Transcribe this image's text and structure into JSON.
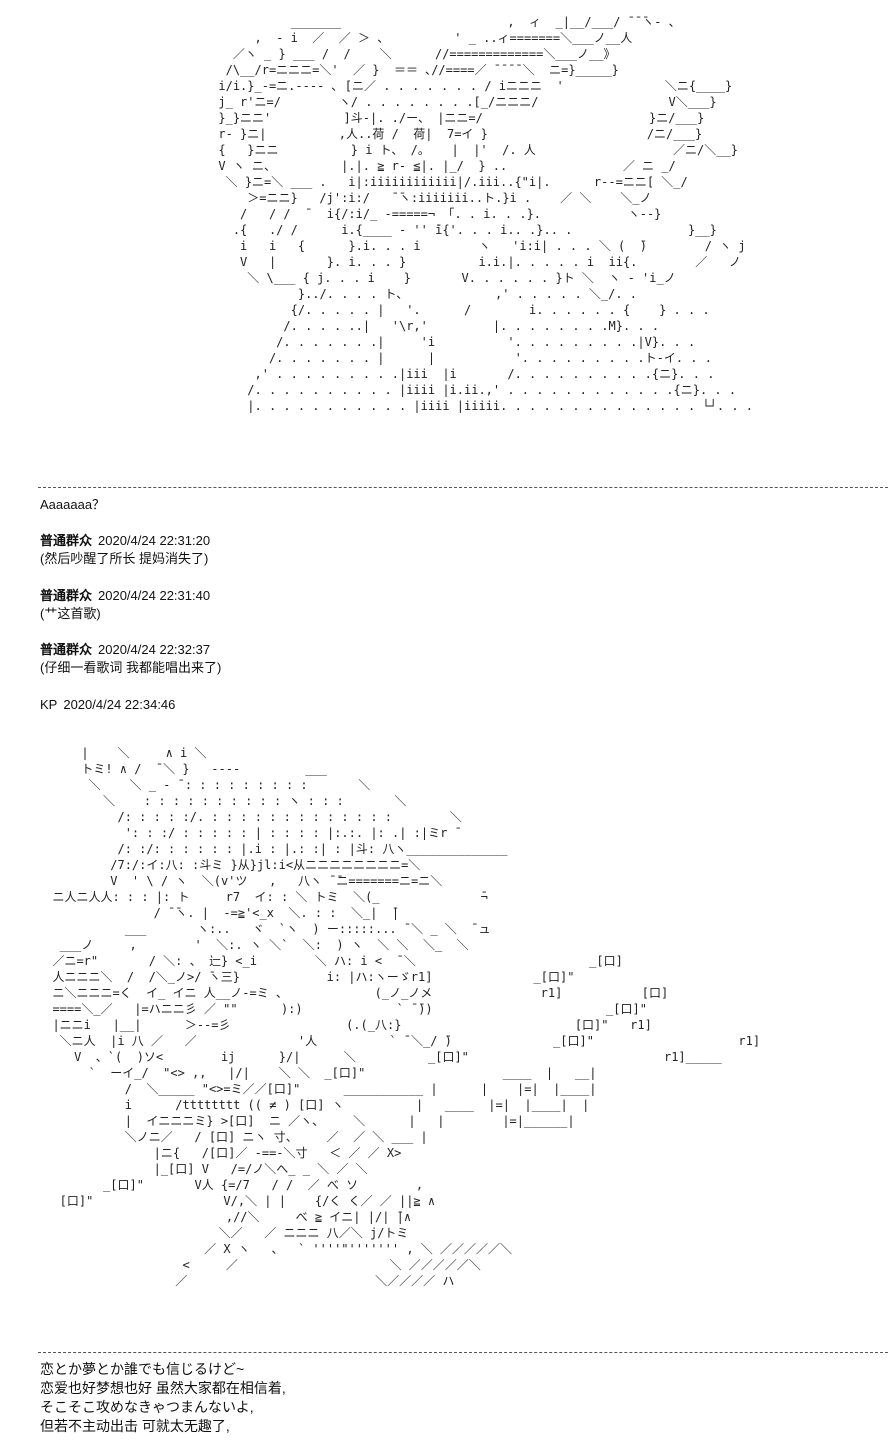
{
  "art": {
    "top": "                         _______                       ,  ィ  _|__/___/ ̄ ̄ ̄ヽ- 、\n                    ,  - i  ／  ／ ＞ 、         ' _ ..ィ=======＼___ノ__人\n                 ／ヽ _ } ___ /  /    ＼      //=============＼___ノ__》\n                /\\__/r=ニニニ=＼'  ／ }  ＝＝ ､//====／ ̄ ̄ ̄ ̄ ＼  ニ=}_____}\n               i/i.}_-=ニ.---- ､ [ニ／ . . . . . . . / iニニニ  '              ＼ニ{____}\n               j_ r'ニ=/        ヽ/ . . . . . . . .[_/ニニニ/                  V＼___}\n               }_}ニニ'          ]斗-|. ./ー、 |ニニ=/                       }ニ/___}\n               r- }ニ|          ,人..荷 /  荷|  7=イ }                      /ニ/___}\n               {   }ニニ          } i ト、 /。   |  |'  /. 人                   ／ニ/＼__}\n               V ヽ ニ、         |.|. ≧ r- ≦|. |_/  } ..                ／ ニ _/\n                ＼ }ニ=＼ ___ .   i|:iiiiiiiiiiii|/.iii..{\"i|.      r--=ニニ[ ＼_/\n                   ＞=ニニ}   /j':i:/   ̄ ̄ヽ:iiiiiii..ト.}i .    ／ ＼    ＼_ノ\n                  /   / /  ̄   i{/:i/_ -=====¬ 「. . i. . .}.            ヽ--}\n                 .{   ./ /      i.{____ - '' ̄i{'. . . i.. .}.. .                }__}\n                  i   i   {      }.i. . . i        ヽ   'i:i| . . . ＼ (  ̄)        / ヽ j\n                  V   |       }. i. . . }          i.i.|. . . . . i  ii{.        ／   ノ\n                   ＼ \\___ { j. . . i    }       V. . . . . . }ト ＼  ヽ - 'i_ノ\n                          }../. . . . ト、            ,' . . . . . ＼_/. .\n                         {/. . . . . |   '.      /        i. . . . . . {    } . . .\n                        /. . . . ..|   '\\r,'         |. . . . . . . .M}. . .\n                       /. . . . . . .|     'i          '. . . . . . . . .|V}. . .\n                      /. . . . . . . |      |           '. . . . . . . . .ト-イ. . .\n                    ,' . . . . . . . . .|iii  |i       /. . . . . . . . . .{ニ}. . .\n                   /. . . . . . . . . . |iiii |i.ii.,' . . . . . . . . . . . .{ニ}. . .\n                   |. . . . . . . . . . . |iiii |iiiii. . . . . . . . . . . . . . └┘. . .",
    "bottom": "      |    ＼     ∧ i ＼\n      トミ! ∧ /  ̄ ＼ }   ----         ___\n       ＼    ＼ _ - ̄ : : : : : : : : :       ＼\n         ＼    : : : : : : : : : : ヽ : : :       ＼\n           /: : : : :/. : : : : : : : : : : : : :        ＼\n            ': : :/ : : : : : | : : : : |:.:. |: .| :|ミr ̄\n           /: :/: : : : : : |.i : |.: :| : |斗: 八ヽ______________\n          /7:/:イ:八: :斗ミ }从}jl:i<从ニニニニニニニニ=＼\n          V  ' \\ / ヽ  ＼(v'ツ   ,   八ヽ ̄ ̄ニ=======ニ=ニ＼\n  ニ人ニ人人: : : |: ト     r7  イ: : ＼ トミ  ＼(_              ̄¬\n                / ̄ ̄ヽ. |  -=≧'<_x  ＼. : :  ＼_|  ̄|\n            ___       ヽ:..   ヾ  `ヽ  ) ー:::::... ̄ ＼ _ ＼  ̄ ュ\n   ___ノ     ,        '  ＼:. ヽ ＼`  ＼:  ) ヽ  ＼ ＼  ＼_  ＼\n  ／ニ=r\"       / ＼: 、 辷} <_i        ＼ ハ: i <  ̄ ＼                        _[口]\n  人ニニニ＼  /  /＼_ノ>/ ̄ヽ三}            i: |ハ:ヽーゞr1]              _[口]\"\n  ニ＼ニニニ=く  イ_ イニ 人__ノ-=ミ 、            (_ノ_ノメ               r1]           [口]\n  ====＼_／   |=ハニニ彡 ／ \"\"      ):)             ` ̄ ̄))                        _[口]\"\n  |ニニi   |__|      ＞--=彡                (.(_八:}                        [口]\"   r1]\n   ＼ニ人  |i 八 ／   ／              '人          ` ̄ ＼_/ ̄)              _[口]\"                    r1]\n     V  、`(  )ソ<        ij      }/|      ＼          _[口]\"                           r1]_____\n       `  ーイ_/  \"<> ,,   |/|    ＼ ＼  _[口]\"                   ____  |   __|\n            /  ＼_____ \"<>=ミ／／[口]\"      ___________ |      |    |=|  |____|\n            i      /tttttttt (( ≠ ) [口] ヽ          |   ____  |=|  |____|  |\n            |  イニニニミ} >[口]  ニ ／ヽ、    ＼      |   |        |=|______|\n            ＼ノニ／   / [口] ニヽ 寸、    ／  ／ ＼ ___ |\n                |ニ{   /[口]／ -==-＼寸   ＜ ／ ／ X>\n                |_[口] V   /=/ノ＼へ_ _ ＼ ／ ＼\n         _[口]\"       V人 {=/7   / /  ／ べ ソ        ,\n   [口]\"                  V/,＼ | |    {/く く／ ／ ||≧ ∧\n                          ,//＼     べ ≧ イニ| |/| ̄|∧\n                         ＼／   ／ ニニニ 八／＼ j/トミ\n                       ／ X ヽ   、  ` ''''\"''''''' , ＼ ／／／／／＼\n                    <     ／                     ＼ ／／／／／＼\n                   ／                          ＼／／／／ ハ"
  },
  "posts": [
    {
      "text": "Aaaaaaa？"
    },
    {
      "name": "普通群众",
      "timestamp": "2020/4/24 22:31:20",
      "text": "(然后吵醒了所长 提妈消失了)"
    },
    {
      "name": "普通群众",
      "timestamp": "2020/4/24 22:31:40",
      "text": "(艹这首歌)"
    },
    {
      "name": "普通群众",
      "timestamp": "2020/4/24 22:32:37",
      "text": "(仔细一看歌词 我都能唱出来了)"
    },
    {
      "name": "KP",
      "timestamp": "2020/4/24 22:34:46"
    }
  ],
  "lyrics": [
    "恋とか夢とか誰でも信じるけど~",
    "恋爱也好梦想也好 虽然大家都在相信着,",
    "そこそこ攻めなきゃつまんないよ,",
    "但若不主动出击 可就太无趣了,"
  ]
}
